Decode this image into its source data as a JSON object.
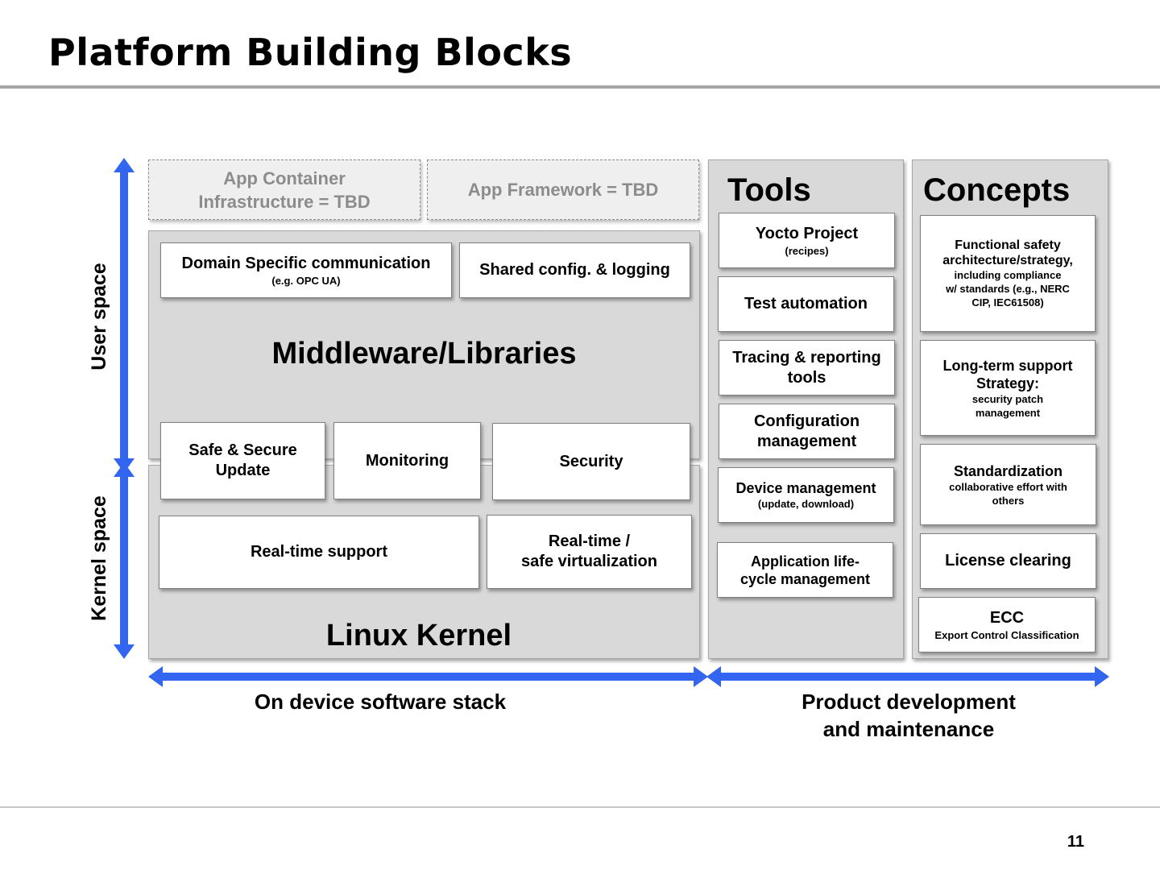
{
  "page": {
    "title": "Platform Building Blocks",
    "page_number": "11"
  },
  "app_layer": {
    "container": [
      "App Container",
      "Infrastructure = TBD"
    ],
    "framework": "App Framework = TBD"
  },
  "middleware": {
    "label": "Middleware/Libraries",
    "domain_comm": {
      "label": "Domain Specific communication",
      "note": "(e.g. OPC UA)"
    },
    "shared_config": "Shared config. & logging",
    "safe_update": [
      "Safe & Secure",
      "Update"
    ],
    "monitoring": "Monitoring",
    "security": "Security"
  },
  "kernel": {
    "label": "Linux Kernel",
    "realtime": "Real-time support",
    "virtualization": [
      "Real-time /",
      "safe virtualization"
    ]
  },
  "tools": {
    "heading": "Tools",
    "yocto": {
      "label": "Yocto Project",
      "note": "(recipes)"
    },
    "test_automation": "Test automation",
    "tracing": [
      "Tracing & reporting",
      "tools"
    ],
    "config_mgmt": [
      "Configuration",
      "management"
    ],
    "device_mgmt": {
      "label": "Device management",
      "note": "(update, download)"
    },
    "lifecycle": [
      "Application life-",
      "cycle management"
    ]
  },
  "concepts": {
    "heading": "Concepts",
    "functional_safety": [
      "Functional safety",
      "architecture/strategy,"
    ],
    "functional_safety_note": [
      "including compliance",
      "w/ standards  (e.g., NERC",
      "CIP, IEC61508)"
    ],
    "lts": [
      "Long-term support",
      "Strategy:"
    ],
    "lts_note": [
      "security patch",
      "management"
    ],
    "standardization": "Standardization",
    "standardization_note": [
      "collaborative effort with",
      "others"
    ],
    "license": "License clearing",
    "ecc": {
      "label": "ECC",
      "note": "Export Control Classification"
    }
  },
  "axes": {
    "user_space": "User space",
    "kernel_space": "Kernel space",
    "on_device": "On device software stack",
    "product_dev": [
      "Product development",
      "and maintenance"
    ]
  },
  "colors": {
    "arrow": "#3366f0",
    "panel": "#d9d9d9",
    "rule": "#a6a6a6",
    "tbd_text": "#8c8c8c"
  }
}
